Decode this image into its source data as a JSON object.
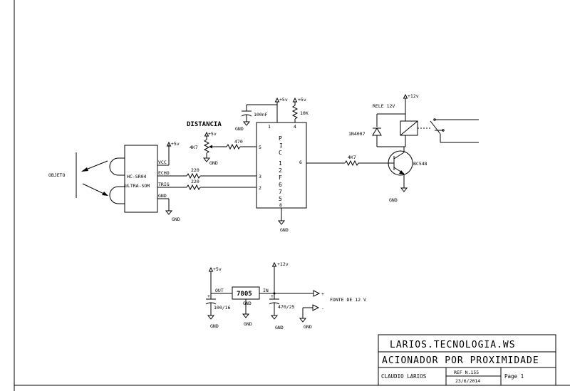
{
  "labels": {
    "distancia": "DISTANCIA",
    "objeto": "OBJETO",
    "rele": "RELE 12V",
    "fonte": "FONTE DE 12 V",
    "plus": "+",
    "minus": "-"
  },
  "power": {
    "p5v": "+5v",
    "p12v": "+12v",
    "gnd": "GND"
  },
  "sensor": {
    "line1": "HC-SR04",
    "line2": "ULTRA-SOM",
    "pins": {
      "vcc": "VCC",
      "echo": "ECHO",
      "trig": "TRIG",
      "gnd": "GND"
    }
  },
  "pic": {
    "name": "PIC 12F675",
    "pins": {
      "p1": "1",
      "p4": "4",
      "p5": "5",
      "p3": "3",
      "p2": "2",
      "p6": "6",
      "p8": "8"
    }
  },
  "components": {
    "cap_100nf": "100nF",
    "r_10k": "10K",
    "pot_4k7": "4K7",
    "r_470": "470",
    "r_220_echo": "220",
    "r_220_trig": "220",
    "r_4k7": "4K7",
    "diode": "1N4007",
    "transistor": "BC548",
    "regulator": "7805",
    "reg_out": "OUT",
    "reg_in": "IN",
    "reg_gnd": "GND",
    "cap_100_16": "100/16",
    "cap_470_25": "470/25"
  },
  "title_block": {
    "company": "LARIOS.TECNOLOGIA.WS",
    "title": "ACIONADOR POR PROXIMIDADE",
    "author": "CLAUDIO LARIOS",
    "ref": "REF N.155",
    "date": "23/6/2014",
    "page": "Page 1"
  }
}
